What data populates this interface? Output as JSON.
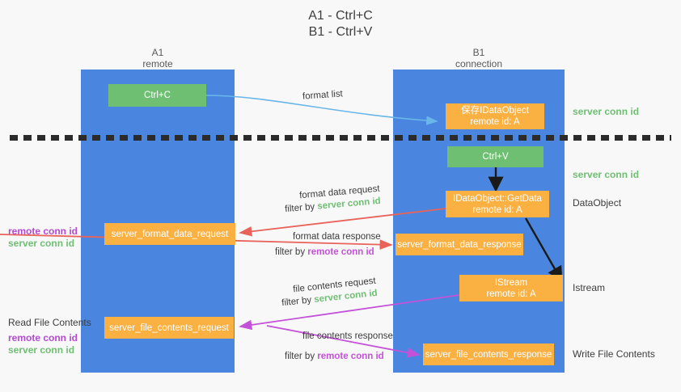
{
  "title": {
    "line1": "A1 - Ctrl+C",
    "line2": "B1 - Ctrl+V"
  },
  "columns": [
    {
      "name": "A1",
      "sub": "remote"
    },
    {
      "name": "B1",
      "sub": "connection"
    }
  ],
  "boxes": [
    {
      "id": "ctrl-c",
      "line1": "Ctrl+C",
      "line2": "",
      "color": "green"
    },
    {
      "id": "save-idataobject",
      "line1": "保存IDataObject",
      "line2": "remote id: A",
      "color": "orange"
    },
    {
      "id": "ctrl-v",
      "line1": "Ctrl+V",
      "line2": "",
      "color": "green"
    },
    {
      "id": "idataobject-getdata",
      "line1": "IDataObject::GetData",
      "line2": "remote id: A",
      "color": "orange"
    },
    {
      "id": "server-format-data-request",
      "line1": "server_format_data_request",
      "line2": "",
      "color": "orange"
    },
    {
      "id": "server-format-data-response",
      "line1": "server_format_data_response",
      "line2": "",
      "color": "orange"
    },
    {
      "id": "istream",
      "line1": "IStream",
      "line2": "remote id: A",
      "color": "orange"
    },
    {
      "id": "server-file-contents-request",
      "line1": "server_file_contents_request",
      "line2": "",
      "color": "orange"
    },
    {
      "id": "server-file-contents-response",
      "line1": "server_file_contents_response",
      "line2": "",
      "color": "orange"
    }
  ],
  "edge_labels": {
    "format_list": "format list",
    "format_data_request": "format data request",
    "format_data_request_filter_prefix": "filter by ",
    "format_data_request_filter_key": "server conn id",
    "format_data_response": "format data response",
    "format_data_response_filter_prefix": "filter by ",
    "format_data_response_filter_key": "remote conn id",
    "file_contents_request": "file contents request",
    "file_contents_request_filter_prefix": "filter by ",
    "file_contents_request_filter_key": "server conn id",
    "file_contents_response": "file contents response",
    "file_contents_response_filter_prefix": "filter by ",
    "file_contents_response_filter_key": "remote conn id"
  },
  "right_notes": [
    {
      "id": "server-conn-id-top",
      "text": "server conn id",
      "style": "green"
    },
    {
      "id": "server-conn-id-mid",
      "text": "server conn id",
      "style": "green"
    },
    {
      "id": "dataobject",
      "text": "DataObject",
      "style": "dark"
    },
    {
      "id": "istream-label",
      "text": "Istream",
      "style": "dark"
    },
    {
      "id": "write-file-contents",
      "text": "Write File Contents",
      "style": "dark"
    }
  ],
  "left_notes": {
    "remote_conn_id_1": "remote conn id",
    "server_conn_id_1": "server conn id",
    "read_file_contents": "Read File Contents",
    "remote_conn_id_2": "remote conn id",
    "server_conn_id_2": "server conn id"
  },
  "colors": {
    "lane": "#4a86e0",
    "green_box": "#6fbf73",
    "orange_box": "#fbb042",
    "green_text": "#6fbf73",
    "purple_text": "#b44ad0",
    "arrow_blue": "#69b7e8",
    "arrow_red": "#e8635a",
    "arrow_magenta": "#c452d8",
    "arrow_black": "#1a1a1a",
    "background": "#f8f8f8"
  }
}
